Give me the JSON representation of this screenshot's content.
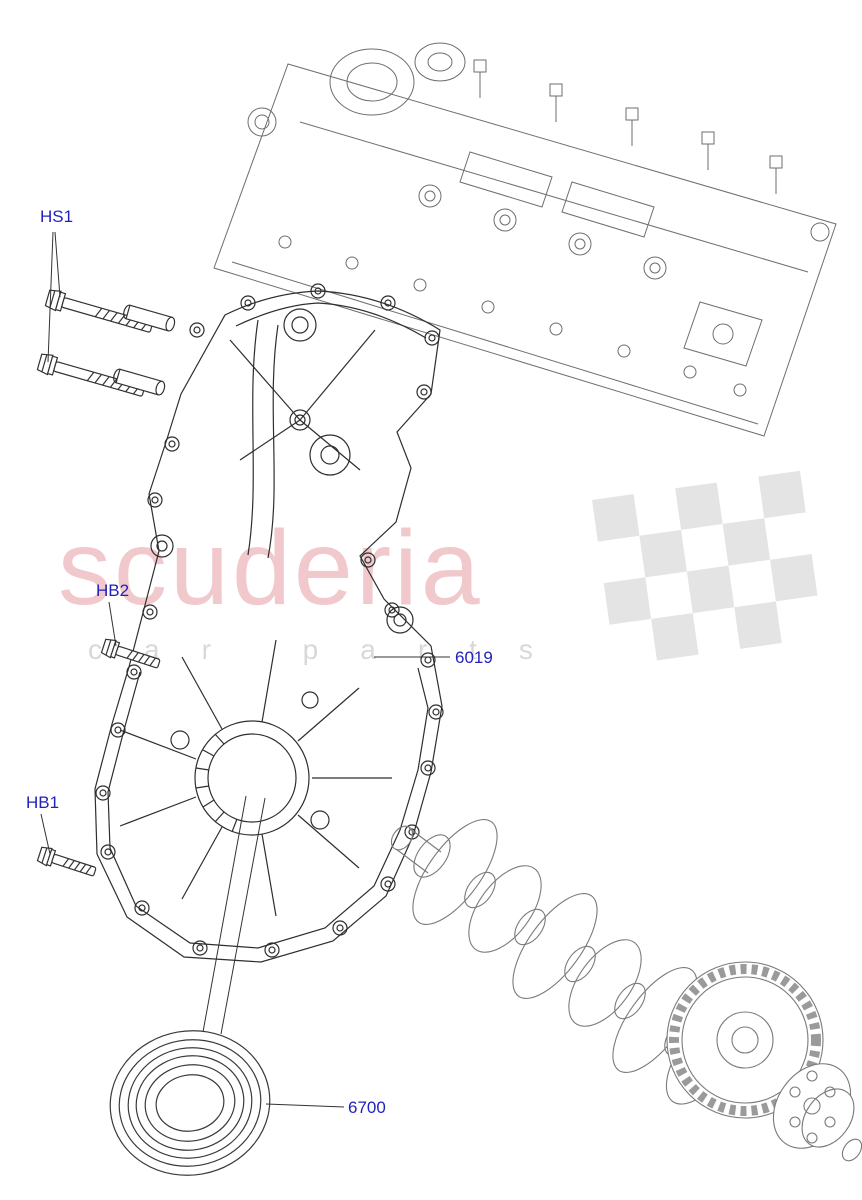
{
  "watermark": {
    "title": "scuderia",
    "subtitle": "car parts"
  },
  "callouts": [
    {
      "label": "HS1"
    },
    {
      "label": "HB2"
    },
    {
      "label": "HB1"
    },
    {
      "label": "6019"
    },
    {
      "label": "6700"
    }
  ],
  "colors": {
    "label": "#2222bb",
    "watermark_title": "#f1c9cc",
    "watermark_subtitle": "#d8d8d8",
    "checker": "#e4e4e4"
  }
}
